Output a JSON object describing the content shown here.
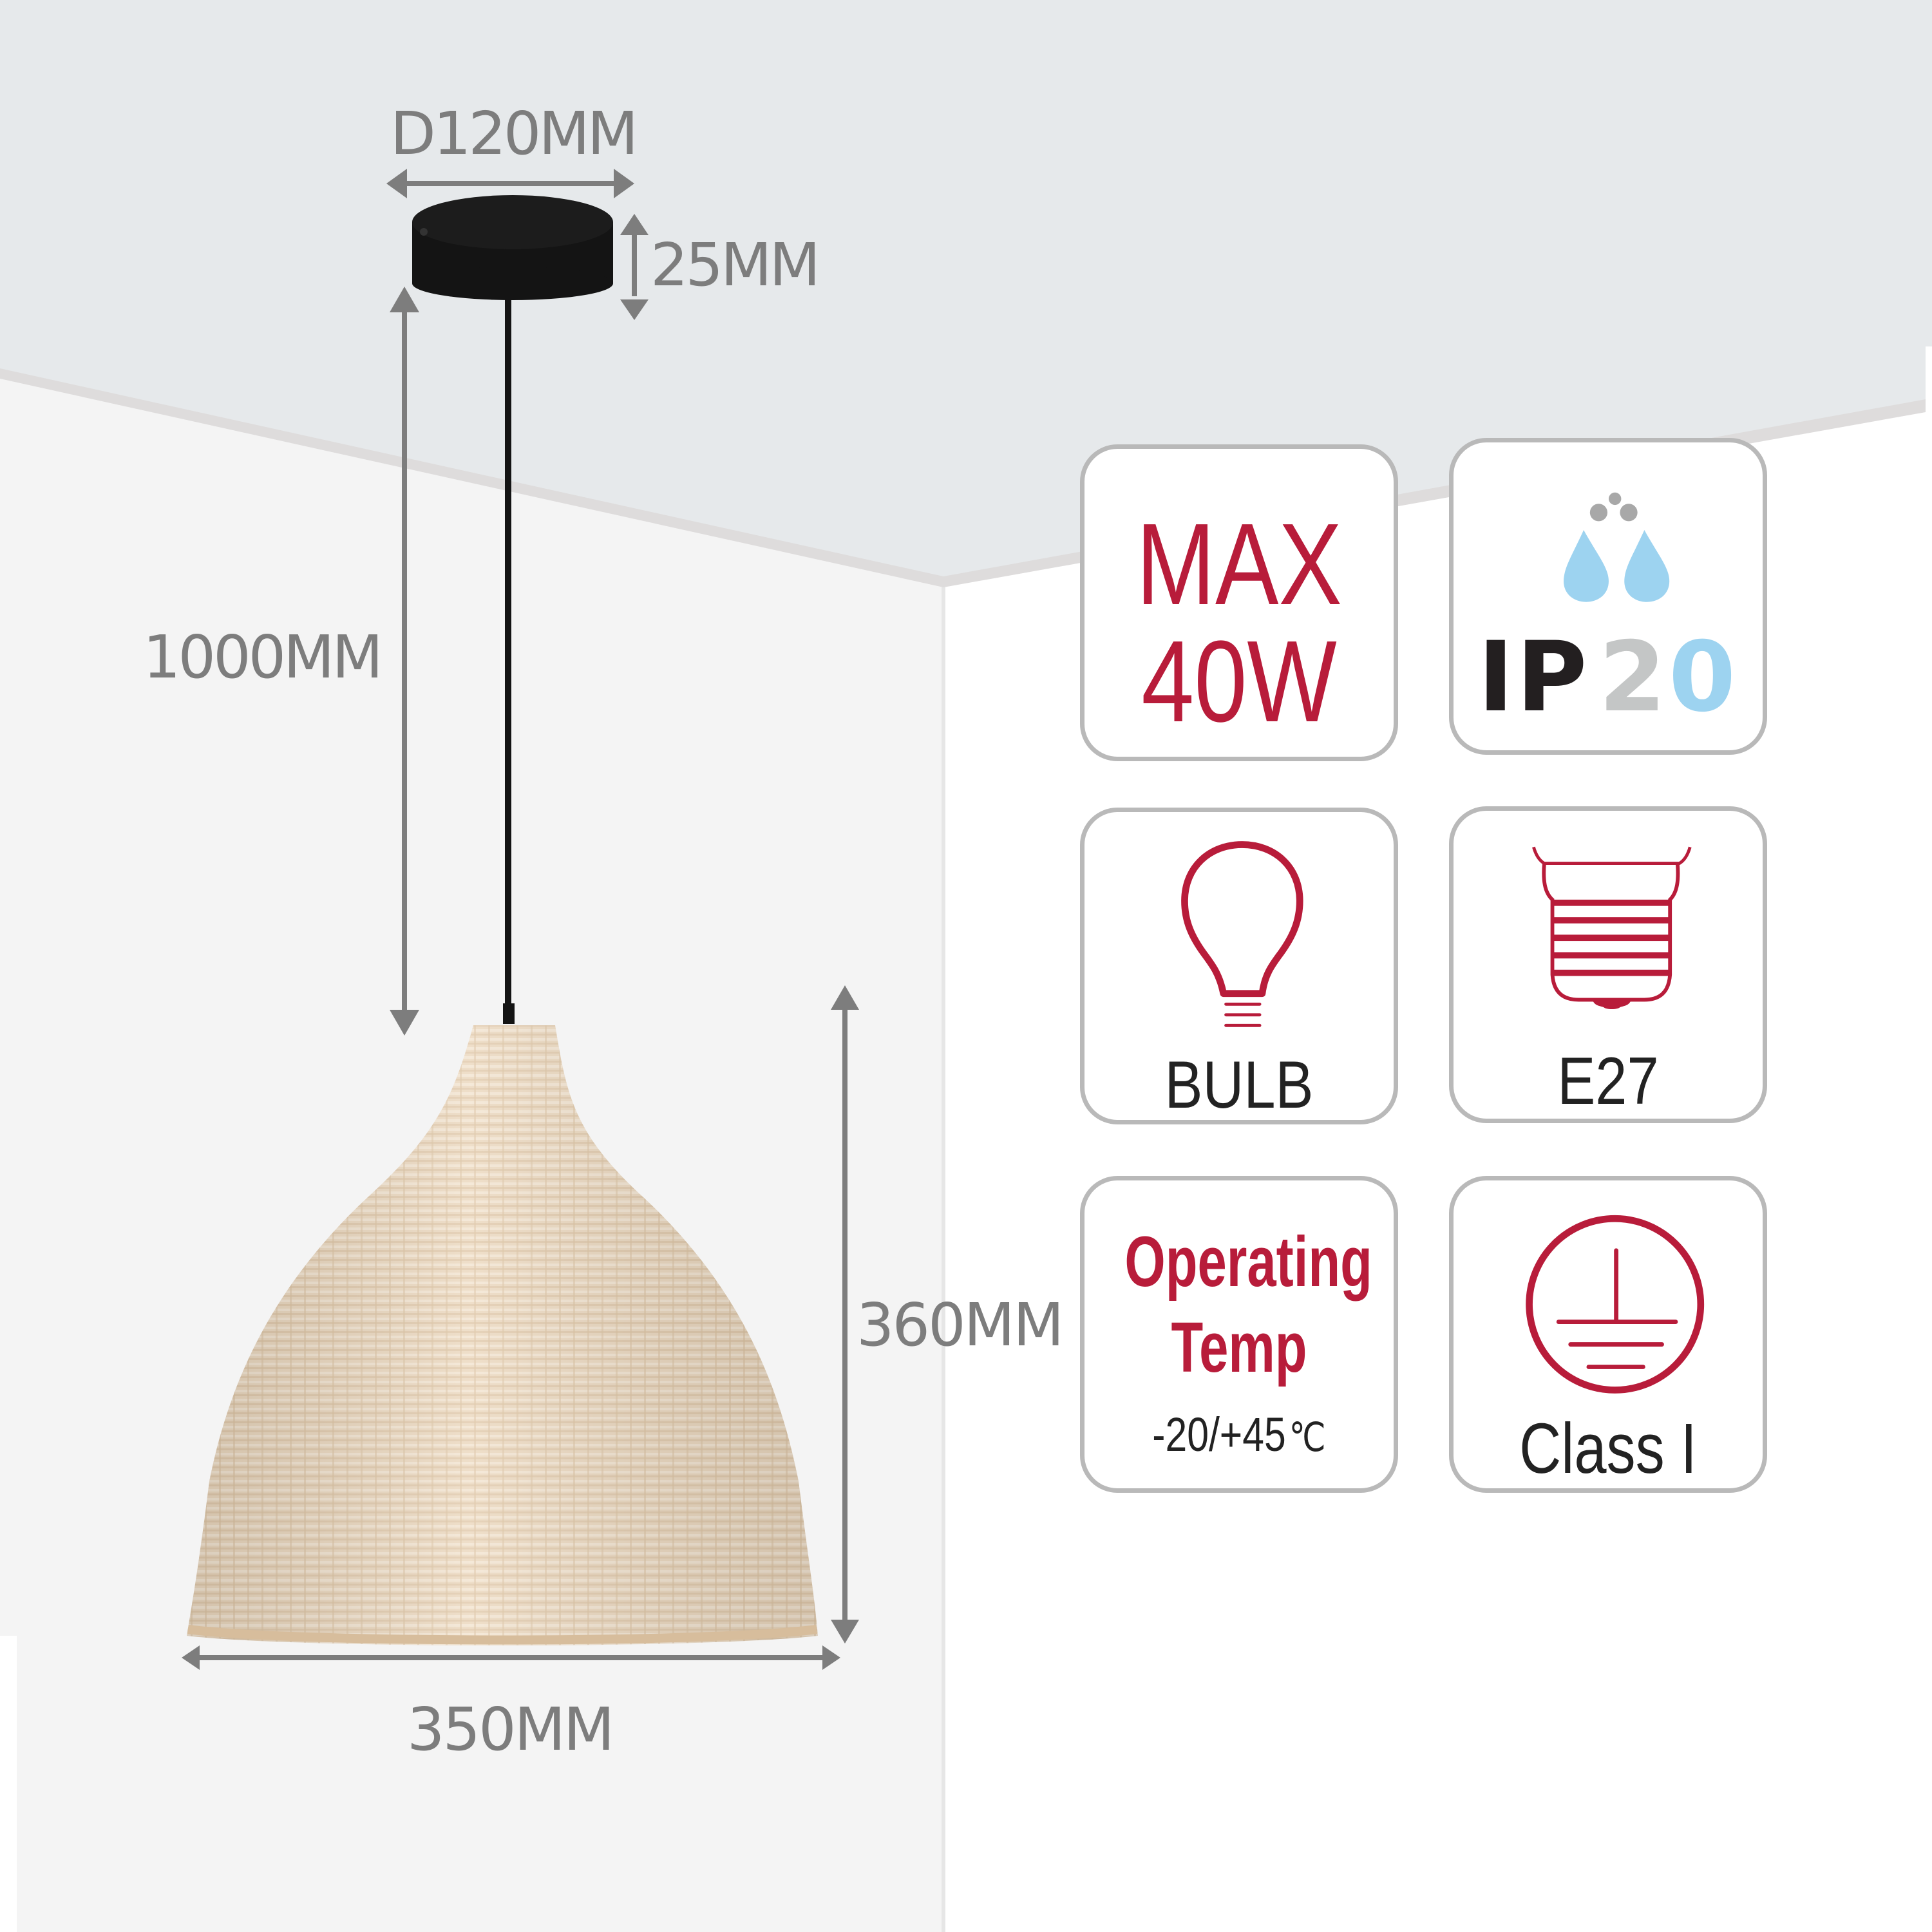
{
  "dimensions": {
    "canopy_diameter": "D120MM",
    "canopy_height": "25MM",
    "cord_length": "1000MM",
    "shade_height": "360MM",
    "shade_width": "350MM"
  },
  "specs": [
    {
      "id": "max-wattage",
      "line1": "MAX",
      "line2": "40W",
      "icon": "none"
    },
    {
      "id": "ip-rating",
      "prefix": "IP",
      "digit1": "2",
      "digit2": "0",
      "icon": "water-drops-icon"
    },
    {
      "id": "bulb",
      "label": "BULB",
      "icon": "light-bulb-icon"
    },
    {
      "id": "base",
      "label": "E27",
      "icon": "e27-socket-icon"
    },
    {
      "id": "operating-temp",
      "line1": "Operating",
      "line2": "Temp",
      "range": "-20/+45",
      "unit": "℃",
      "icon": "none"
    },
    {
      "id": "class",
      "label": "Class I",
      "icon": "earth-ground-icon"
    }
  ],
  "colors": {
    "accent_red": "#b81c3a",
    "dimension_gray": "#7d7d7d",
    "ceiling": "#e6e9eb",
    "left_wall": "#f4f4f4",
    "right_wall": "#ffffff",
    "ip_blue": "#9dd3f0",
    "ip_gray": "#c4c6c6",
    "box_border": "#b9b9b9"
  }
}
